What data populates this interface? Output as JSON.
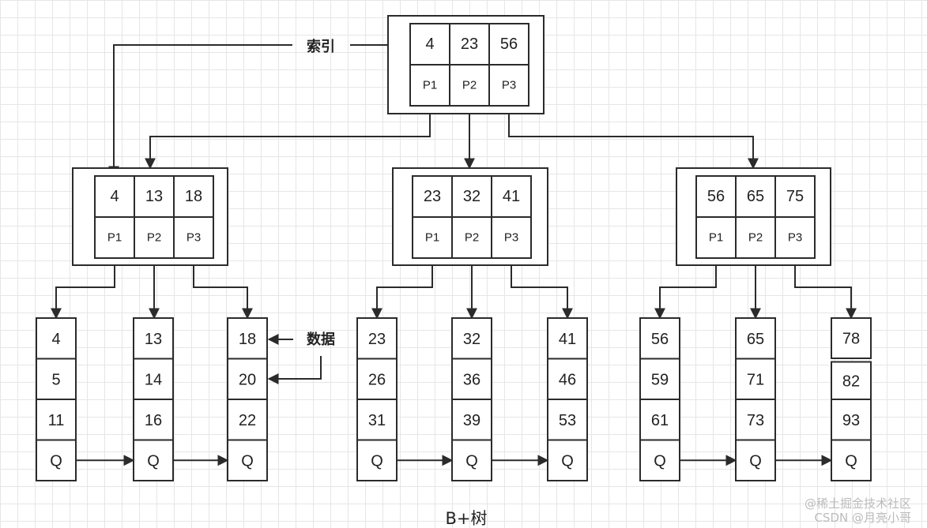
{
  "caption": "B+树",
  "index_label": "索引",
  "data_label": "数据",
  "watermark": "@稀土掘金技术社区",
  "watermark2": "CSDN @月亮小哥",
  "root": {
    "keys": [
      "4",
      "23",
      "56"
    ],
    "ptrs": [
      "P1",
      "P2",
      "P3"
    ]
  },
  "internal": [
    {
      "keys": [
        "4",
        "13",
        "18"
      ],
      "ptrs": [
        "P1",
        "P2",
        "P3"
      ]
    },
    {
      "keys": [
        "23",
        "32",
        "41"
      ],
      "ptrs": [
        "P1",
        "P2",
        "P3"
      ]
    },
    {
      "keys": [
        "56",
        "65",
        "75"
      ],
      "ptrs": [
        "P1",
        "P2",
        "P3"
      ]
    }
  ],
  "leaves": [
    {
      "values": [
        "4",
        "5",
        "11"
      ],
      "next": "Q"
    },
    {
      "values": [
        "13",
        "14",
        "16"
      ],
      "next": "Q"
    },
    {
      "values": [
        "18",
        "20",
        "22"
      ],
      "next": "Q"
    },
    {
      "values": [
        "23",
        "26",
        "31"
      ],
      "next": "Q"
    },
    {
      "values": [
        "32",
        "36",
        "39"
      ],
      "next": "Q"
    },
    {
      "values": [
        "41",
        "46",
        "53"
      ],
      "next": "Q"
    },
    {
      "values": [
        "56",
        "59",
        "61"
      ],
      "next": "Q"
    },
    {
      "values": [
        "65",
        "71",
        "73"
      ],
      "next": "Q"
    },
    {
      "values": [
        "78",
        "82",
        "93"
      ],
      "next": "Q"
    }
  ]
}
